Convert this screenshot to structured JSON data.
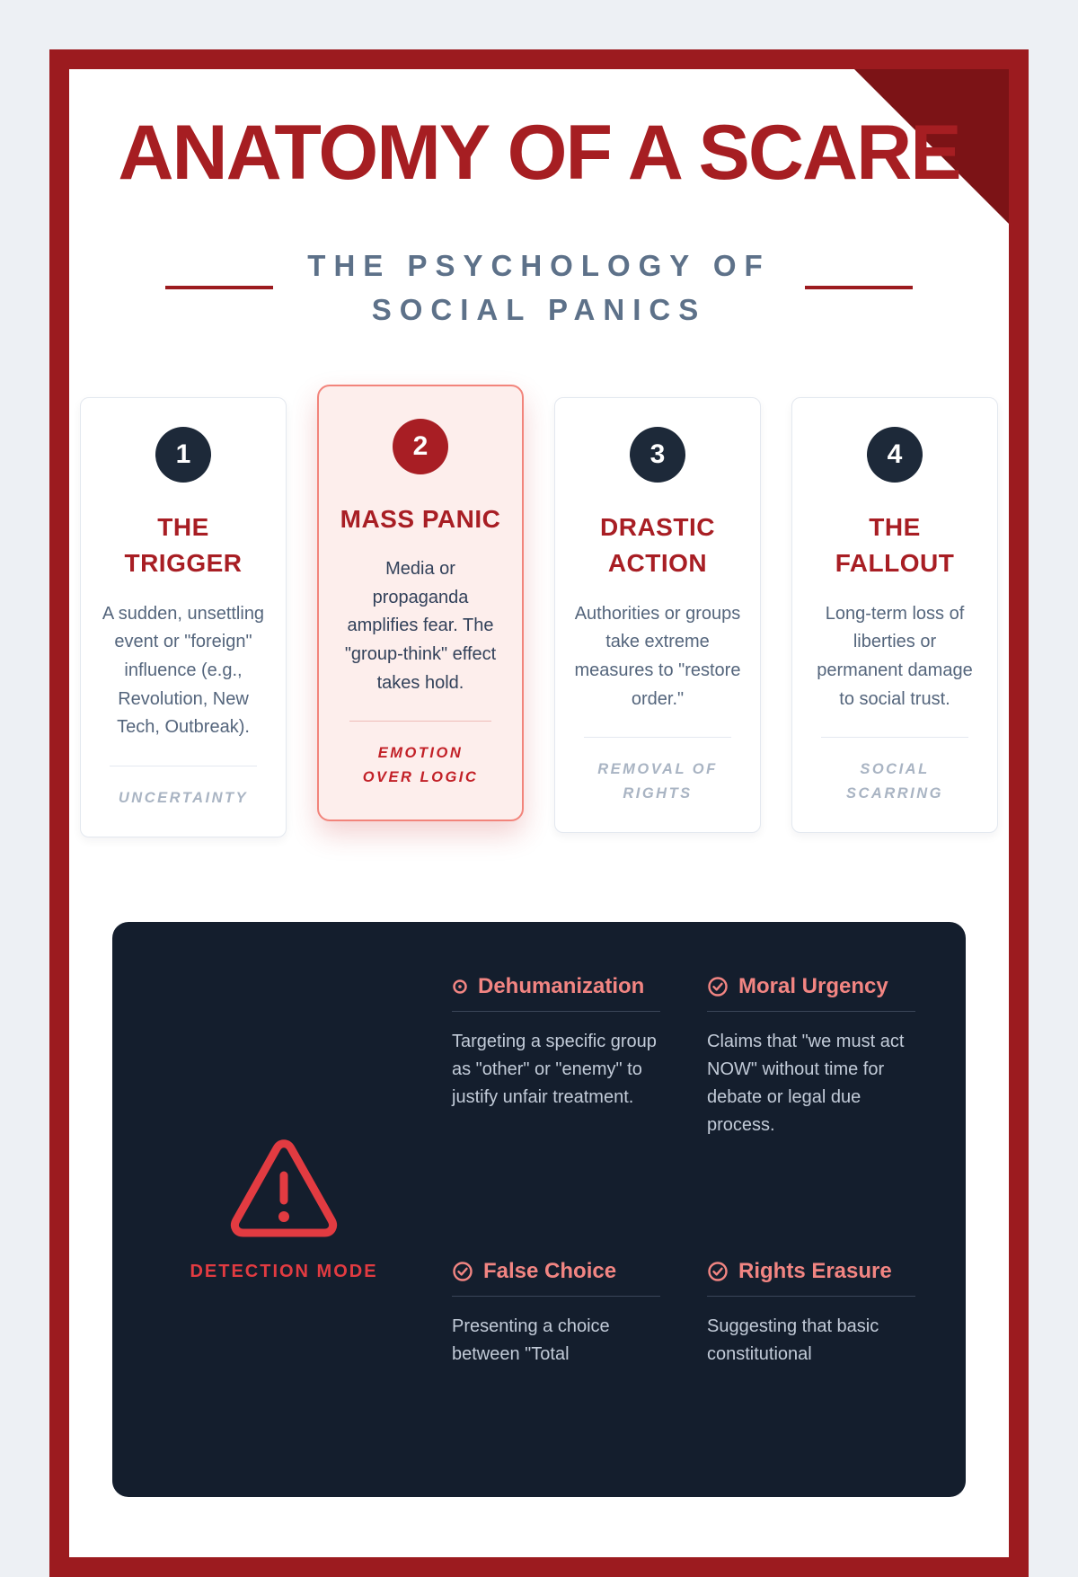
{
  "page": {
    "title": "ANATOMY OF A SCARE",
    "subtitle_line1": "THE PSYCHOLOGY OF",
    "subtitle_line2": "SOCIAL PANICS"
  },
  "stages": [
    {
      "number": "1",
      "title": "THE TRIGGER",
      "body": "A sudden, unsettling event or \"foreign\" influence (e.g., Revolution, New Tech, Outbreak).",
      "tag": "UNCERTAINTY"
    },
    {
      "number": "2",
      "title": "MASS PANIC",
      "body": "Media or propaganda amplifies fear. The \"group-think\" effect takes hold.",
      "tag": "EMOTION OVER LOGIC"
    },
    {
      "number": "3",
      "title": "DRASTIC ACTION",
      "body": "Authorities or groups take extreme measures to \"restore order.\"",
      "tag": "REMOVAL OF RIGHTS"
    },
    {
      "number": "4",
      "title": "THE FALLOUT",
      "body": "Long-term loss of liberties or permanent damage to social trust.",
      "tag": "SOCIAL SCARRING"
    }
  ],
  "detection": {
    "label": "DETECTION MODE",
    "icon": "warning-triangle-icon",
    "items": [
      {
        "icon": "target-icon",
        "title": "Dehumanization",
        "body": "Targeting a specific group as \"other\" or \"enemy\" to justify unfair treatment."
      },
      {
        "icon": "check-circle-icon",
        "title": "Moral Urgency",
        "body": "Claims that \"we must act NOW\" without time for debate or legal due process."
      },
      {
        "icon": "check-circle-icon",
        "title": "False Choice",
        "body": "Presenting a choice between \"Total"
      },
      {
        "icon": "check-circle-icon",
        "title": "Rights Erasure",
        "body": "Suggesting that basic constitutional"
      }
    ]
  },
  "colors": {
    "frame_red": "#9c1b1f",
    "title_red": "#a61e22",
    "highlight_pink": "#fdeeec",
    "panel_navy": "#141e2d",
    "alert_red": "#e23b41",
    "salmon": "#f28582"
  }
}
